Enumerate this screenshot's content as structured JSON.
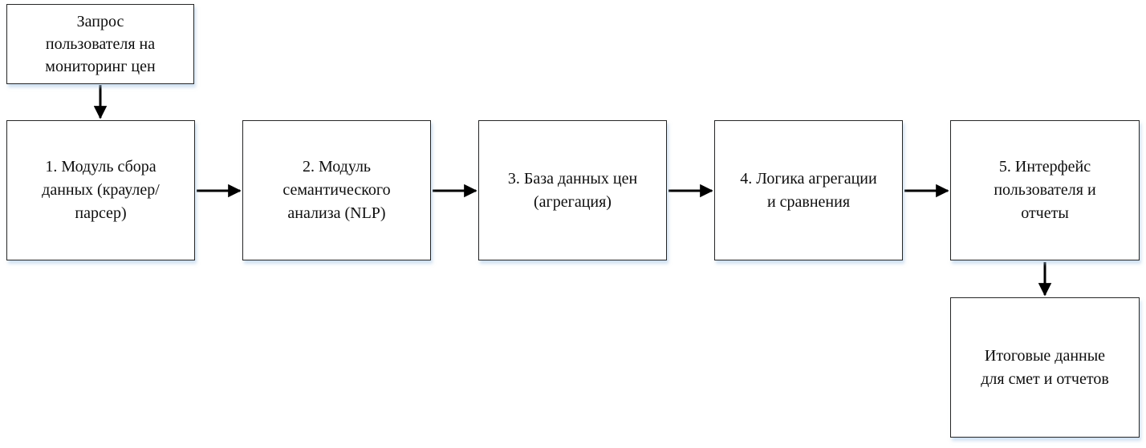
{
  "diagram": {
    "nodes": [
      {
        "id": "user-request",
        "label": "Запрос\nпользователя на\nмониторинг цен"
      },
      {
        "id": "module-1-data-collection",
        "label": "1. Модуль сбора\nданных (краулер/\nпарсер)"
      },
      {
        "id": "module-2-semantic-nlp",
        "label": "2. Модуль\nсемантического\nанализа (NLP)"
      },
      {
        "id": "module-3-price-database",
        "label": "3. База данных цен\n(агрегация)"
      },
      {
        "id": "module-4-aggregation-logic",
        "label": "4. Логика агрегации\nи сравнения"
      },
      {
        "id": "module-5-ui-reports",
        "label": "5. Интерфейс\nпользователя и\nотчеты"
      },
      {
        "id": "final-output",
        "label": "Итоговые данные\nдля смет и отчетов"
      }
    ],
    "edges": [
      {
        "from": "user-request",
        "to": "module-1-data-collection",
        "direction": "down"
      },
      {
        "from": "module-1-data-collection",
        "to": "module-2-semantic-nlp",
        "direction": "right"
      },
      {
        "from": "module-2-semantic-nlp",
        "to": "module-3-price-database",
        "direction": "right"
      },
      {
        "from": "module-3-price-database",
        "to": "module-4-aggregation-logic",
        "direction": "right"
      },
      {
        "from": "module-4-aggregation-logic",
        "to": "module-5-ui-reports",
        "direction": "right"
      },
      {
        "from": "module-5-ui-reports",
        "to": "final-output",
        "direction": "down"
      }
    ],
    "colors": {
      "background": "#ffffff",
      "node_fill": "#ffffff",
      "node_border": "#262626",
      "node_shadow": "#a8c6e6",
      "arrow": "#000000",
      "text": "#0e0e0e"
    }
  }
}
